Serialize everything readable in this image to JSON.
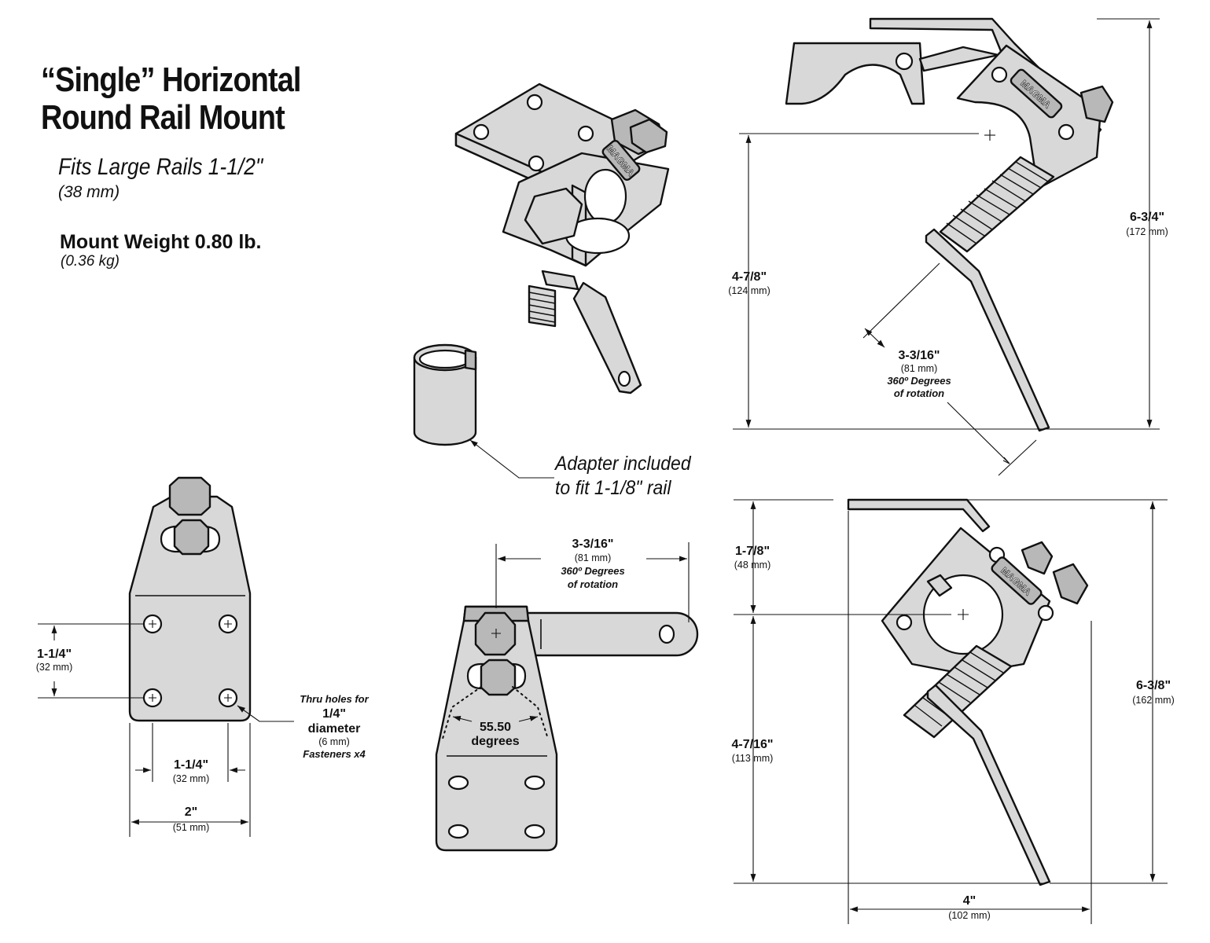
{
  "header": {
    "title_line1": "“Single” Horizontal",
    "title_line2": "Round Rail Mount",
    "fits_label": "Fits Large Rails 1-1/2\"",
    "fits_metric": "(38 mm)",
    "weight_label": "Mount Weight 0.80 lb.",
    "weight_metric": "(0.36 kg)"
  },
  "adapter_note": {
    "line1": "Adapter included",
    "line2": "to fit 1-1/8\" rail"
  },
  "brand": "MAGMA",
  "dims": {
    "side_height_total": {
      "imp": "6-3/4\"",
      "met": "(172 mm)"
    },
    "side_height_lower": {
      "imp": "4-7/8\"",
      "met": "(124 mm)"
    },
    "side_rotation": {
      "imp": "3-3/16\"",
      "met": "(81 mm)",
      "note1": "360º Degrees",
      "note2": "of rotation"
    },
    "plate_vertical": {
      "imp": "1-1/4\"",
      "met": "(32 mm)"
    },
    "plate_horizontal": {
      "imp": "1-1/4\"",
      "met": "(32 mm)"
    },
    "plate_width": {
      "imp": "2\"",
      "met": "(51 mm)"
    },
    "thru_holes": {
      "line1": "Thru holes for",
      "line2": "1/4\"",
      "line3": "diameter",
      "line4": "(6 mm)",
      "line5": "Fasteners x4"
    },
    "top_rotation": {
      "imp": "3-3/16\"",
      "met": "(81 mm)",
      "note1": "360º Degrees",
      "note2": "of rotation"
    },
    "angle": {
      "line1": "55.50",
      "line2": "degrees"
    },
    "front_upper": {
      "imp": "1-7/8\"",
      "met": "(48 mm)"
    },
    "front_lower": {
      "imp": "4-7/16\"",
      "met": "(113 mm)"
    },
    "front_total": {
      "imp": "6-3/8\"",
      "met": "(162 mm)"
    },
    "front_width": {
      "imp": "4\"",
      "met": "(102 mm)"
    }
  }
}
